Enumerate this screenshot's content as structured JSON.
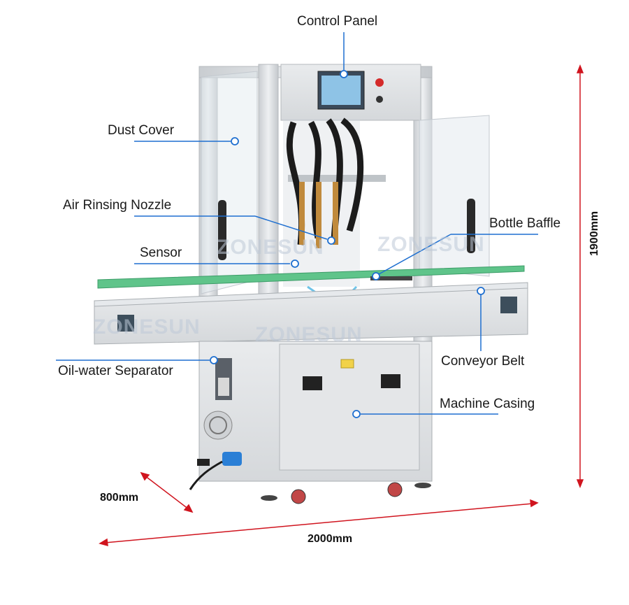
{
  "callouts": {
    "control_panel": "Control Panel",
    "dust_cover": "Dust Cover",
    "air_rinsing_nozzle": "Air Rinsing Nozzle",
    "sensor": "Sensor",
    "bottle_baffle": "Bottle Baffle",
    "conveyor_belt": "Conveyor Belt",
    "oil_water_separator": "Oil-water Separator",
    "machine_casing": "Machine Casing"
  },
  "dimensions": {
    "height": "1900mm",
    "depth": "800mm",
    "width": "2000mm"
  },
  "watermarks": [
    "ZONESUN",
    "ZONESUN",
    "ZONESUN",
    "ZONESUN"
  ],
  "colors": {
    "callout_blue": "#1e6fd0",
    "dimension_red": "#d0141e",
    "frame_steel": "#d9dcdf"
  }
}
